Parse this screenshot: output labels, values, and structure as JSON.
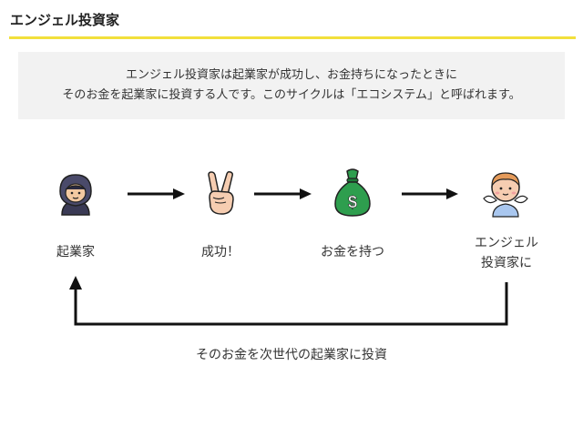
{
  "header": {
    "title": "エンジェル投資家"
  },
  "description": {
    "line1": "エンジェル投資家は起業家が成功し、お金持ちになったときに",
    "line2": "そのお金を起業家に投資する人です。このサイクルは「エコシステム」と呼ばれます。"
  },
  "flow": {
    "steps": [
      {
        "label": "起業家",
        "icon": "hooded-entrepreneur-icon"
      },
      {
        "label": "成功！",
        "icon": "victory-hand-icon"
      },
      {
        "label": "お金を持つ",
        "icon": "money-bag-icon"
      },
      {
        "label_line1": "エンジェル",
        "label_line2": "投資家に",
        "icon": "angel-icon"
      }
    ],
    "return_label": "そのお金を次世代の起業家に投資"
  },
  "colors": {
    "accent_rule": "#f2e03b",
    "money_bag": "#2e9e4e",
    "arrow": "#111111"
  }
}
